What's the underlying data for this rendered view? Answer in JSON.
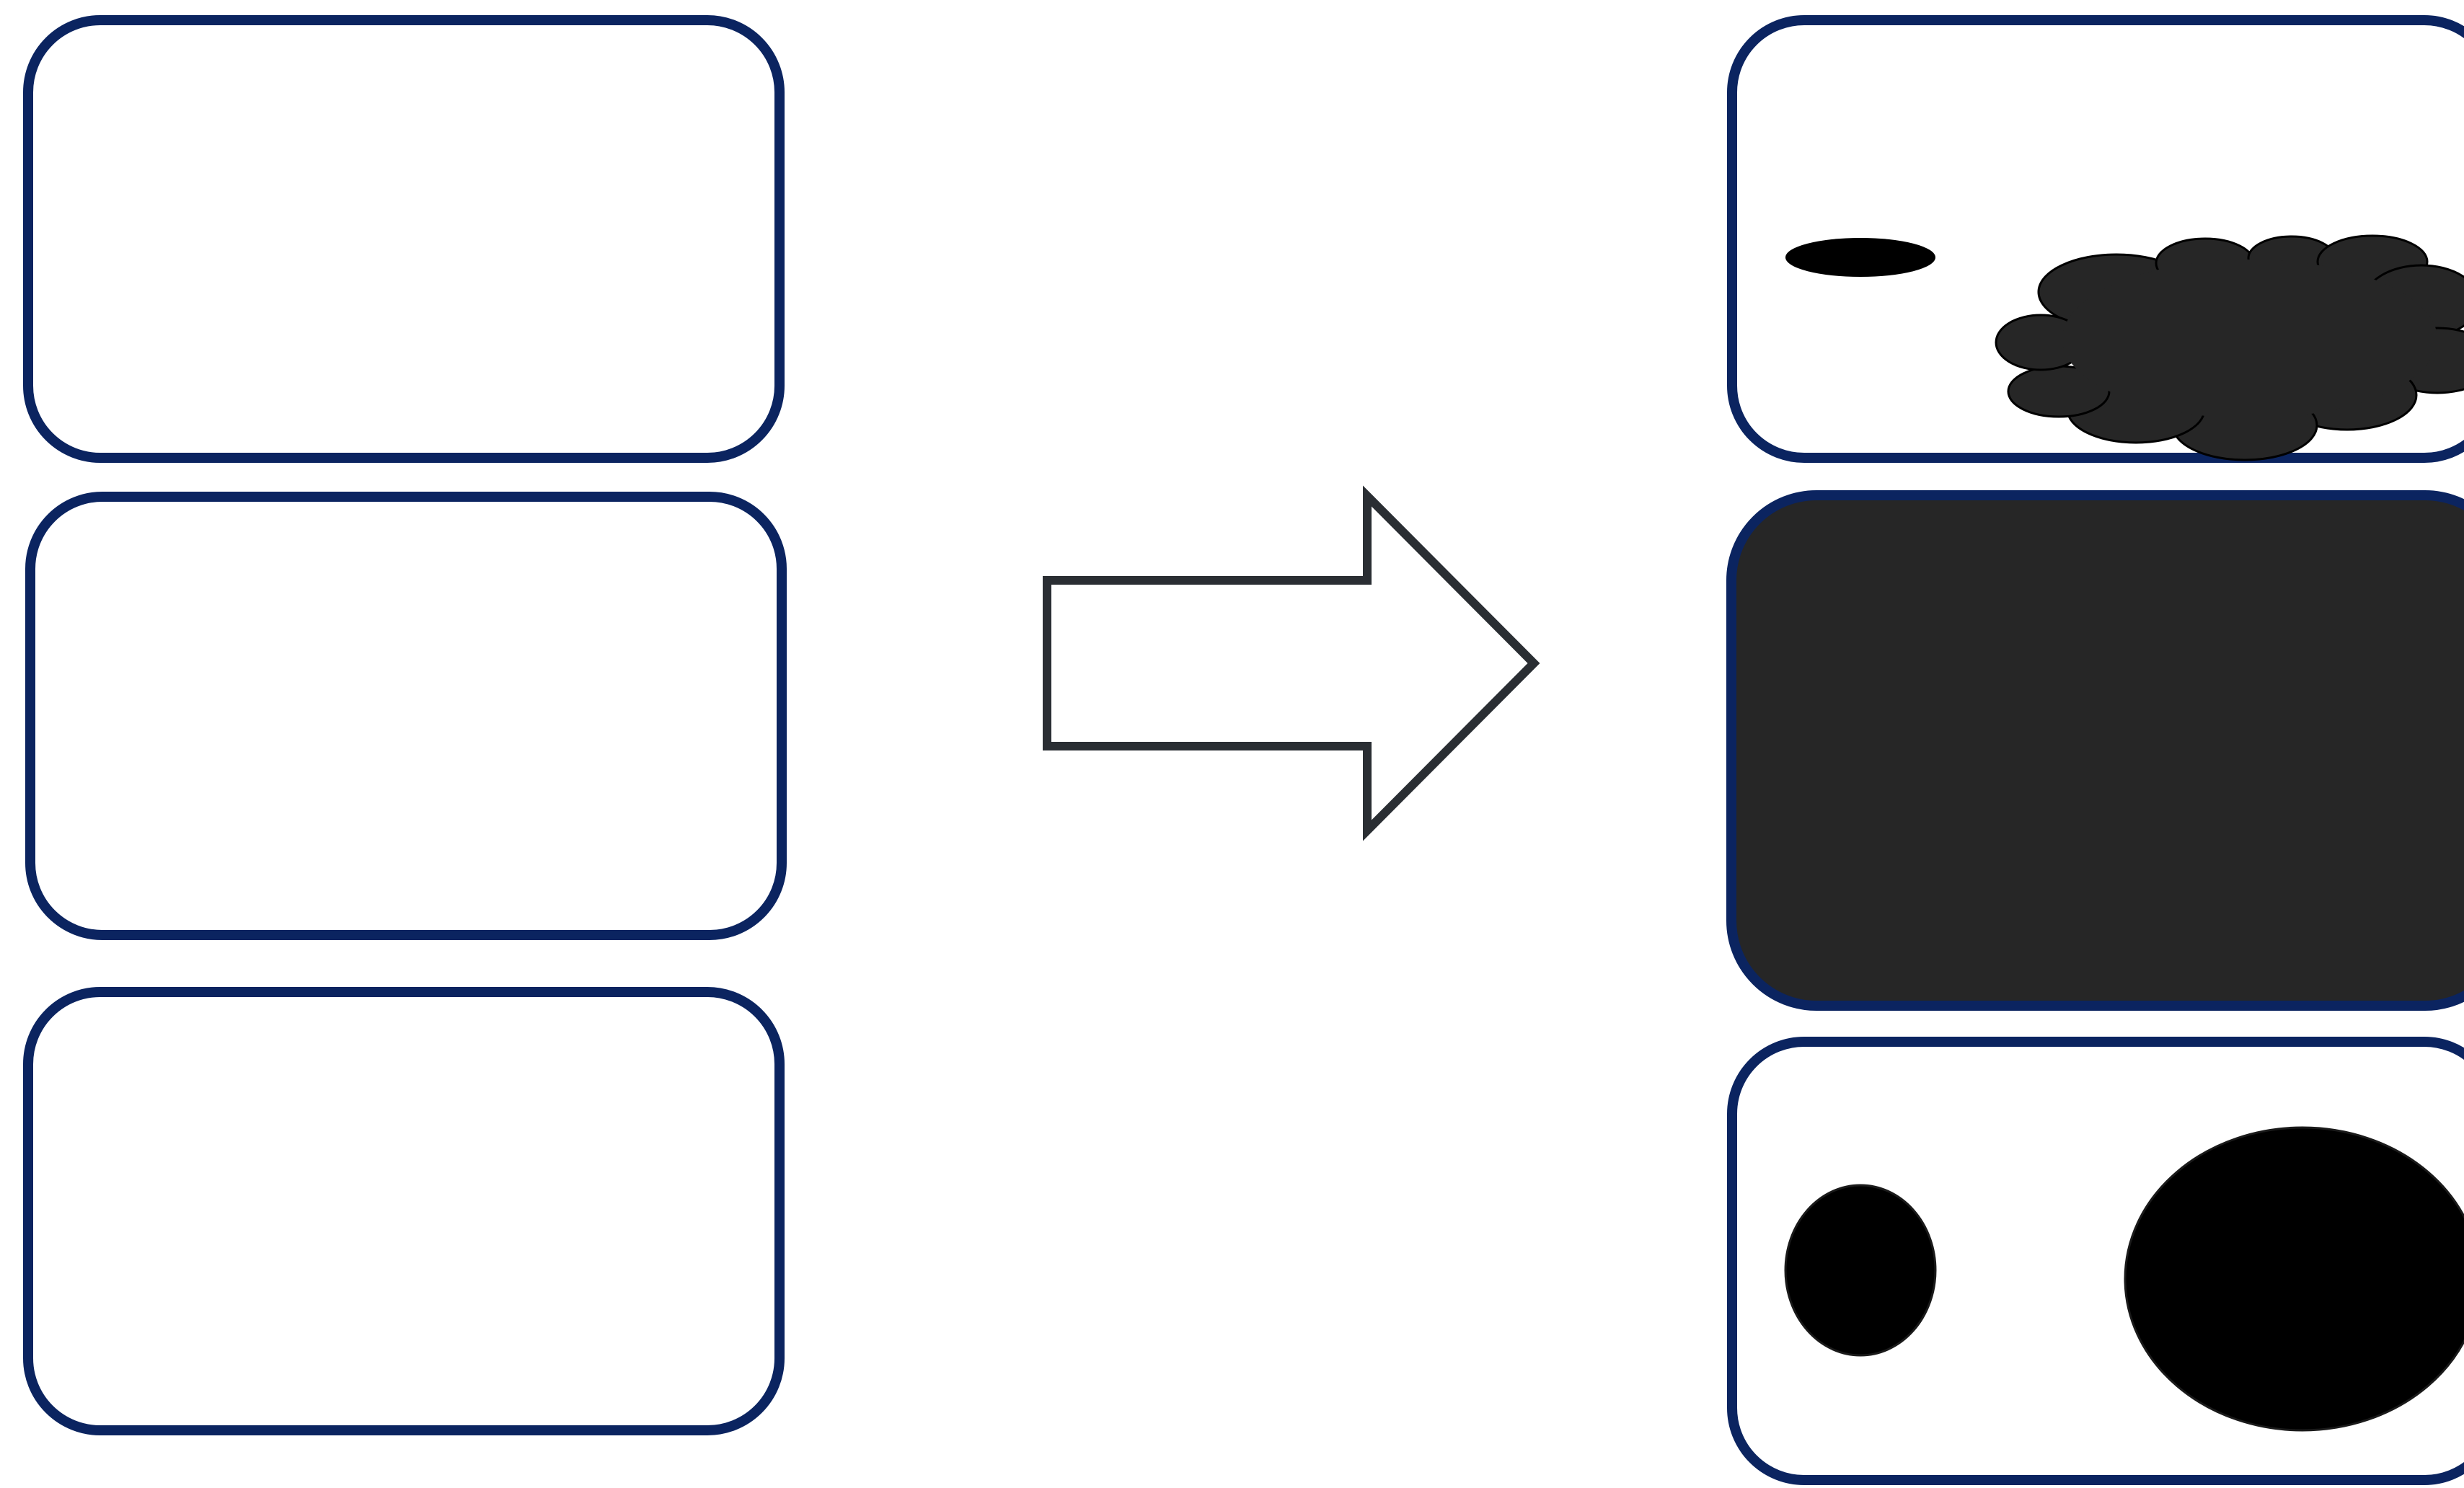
{
  "diagram": {
    "left_panels": [
      {
        "name": "empty-panel-top",
        "contents": []
      },
      {
        "name": "empty-panel-middle",
        "contents": []
      },
      {
        "name": "empty-panel-bottom",
        "contents": []
      }
    ],
    "transition": {
      "shape": "right-arrow-outline"
    },
    "right_panels": [
      {
        "name": "panel-top",
        "contents": [
          "small-flat-ellipse",
          "cloud-shape"
        ]
      },
      {
        "name": "panel-middle",
        "contents": [
          "filled-dark"
        ]
      },
      {
        "name": "panel-bottom",
        "contents": [
          "small-ellipse",
          "large-ellipse"
        ]
      }
    ]
  },
  "colors": {
    "panel_border": "#0b2460",
    "arrow_stroke": "#2a2e33",
    "dark_fill": "#262626",
    "shape_fill": "#000000",
    "background": "#ffffff"
  }
}
